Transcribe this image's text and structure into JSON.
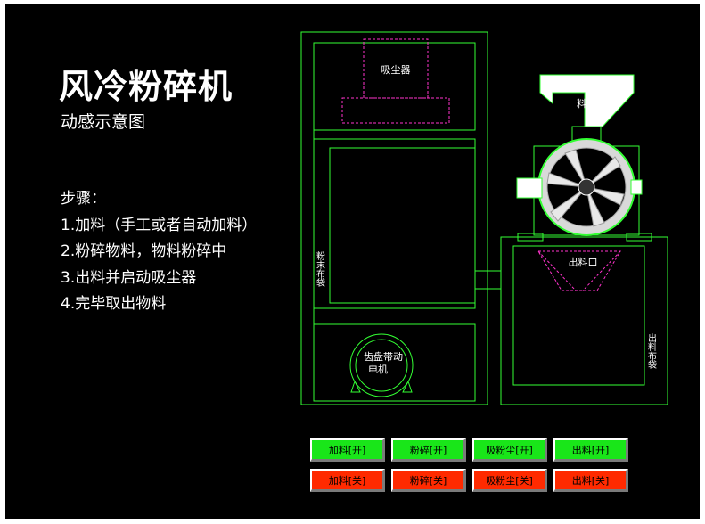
{
  "header": {
    "title": "风冷粉碎机",
    "subtitle": "动感示意图"
  },
  "steps": {
    "heading": "步骤：",
    "items": [
      "1.加料（手工或者自动加料）",
      "2.粉碎物料，物料粉碎中",
      "3.出料并启动吸尘器",
      "4.完毕取出物料"
    ]
  },
  "diagram": {
    "vacuum_label": "吸尘器",
    "hopper_label": "料斗",
    "outlet_label": "出料口",
    "powder_bag_label": "粉末布袋",
    "output_bag_label": "出料布袋",
    "motor_label_1": "齿盘带动",
    "motor_label_2": "电机"
  },
  "controls": {
    "on_buttons": [
      "加料[开]",
      "粉碎[开]",
      "吸粉尘[开]",
      "出料[开]"
    ],
    "off_buttons": [
      "加料[关]",
      "粉碎[关]",
      "吸粉尘[关]",
      "出料[关]"
    ]
  },
  "colors": {
    "frame_green": "#33ff33",
    "dash_magenta": "#ff33cc",
    "button_on": "#19e619",
    "button_off": "#ff2a00",
    "background": "#000000"
  }
}
